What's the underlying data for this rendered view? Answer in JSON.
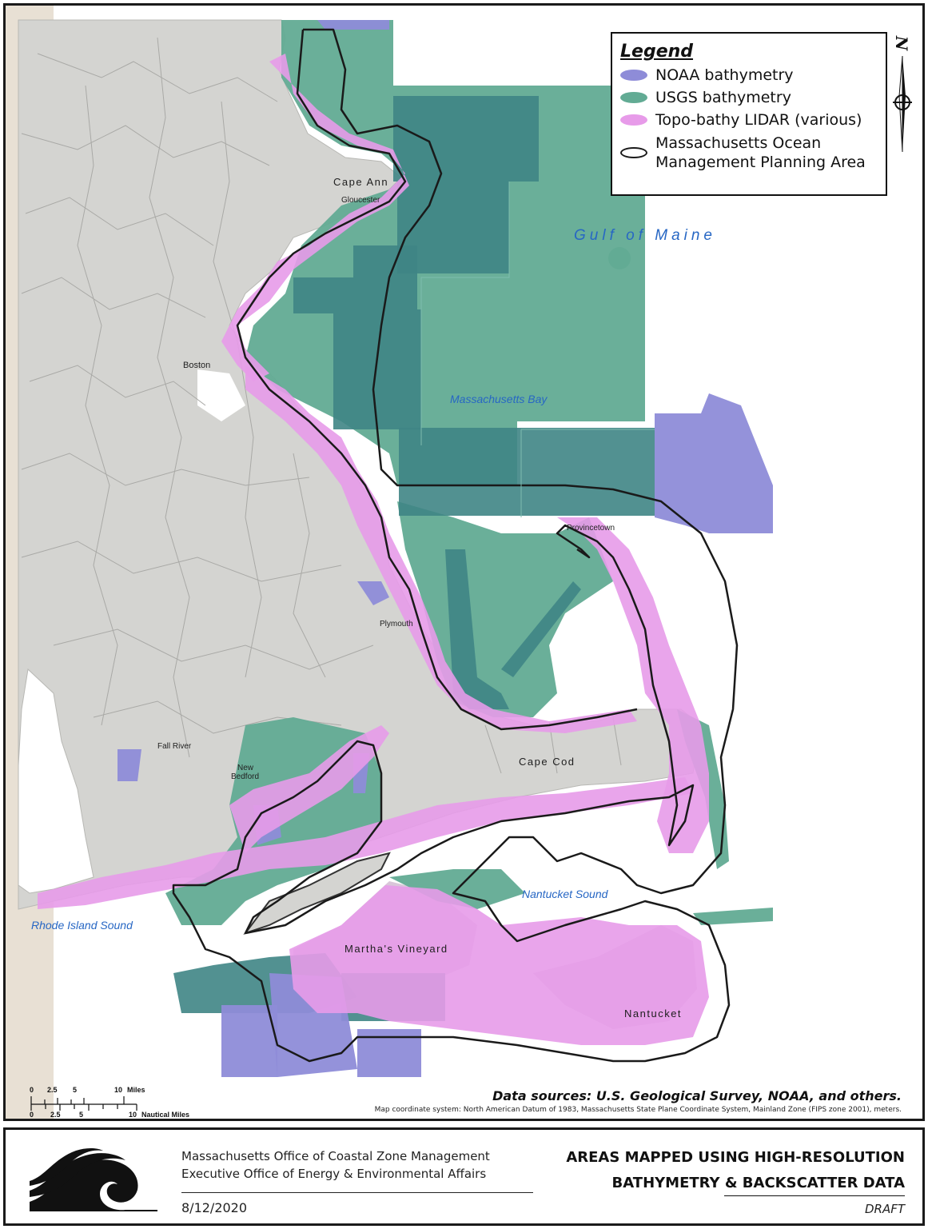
{
  "legend": {
    "title": "Legend",
    "items": [
      {
        "label": "NOAA bathymetry",
        "color": "#8e8cd8"
      },
      {
        "label": "USGS bathymetry",
        "color": "#62ab94"
      },
      {
        "label": "Topo-bathy LIDAR (various)",
        "color": "#e79be9"
      }
    ],
    "planning_area": {
      "line1": "Massachusetts Ocean",
      "line2": "Management Planning Area",
      "stroke_color": "#1a1a1a"
    }
  },
  "north_arrow": {
    "letter": "N"
  },
  "places": {
    "cape_ann": "Cape Ann",
    "gloucester": "Gloucester",
    "boston": "Boston",
    "provincetown": "Provincetown",
    "plymouth": "Plymouth",
    "fall_river": "Fall River",
    "new_bedford_1": "New",
    "new_bedford_2": "Bedford",
    "cape_cod": "Cape Cod",
    "marthas_vineyard": "Martha's Vineyard",
    "nantucket": "Nantucket"
  },
  "waters": {
    "gulf_of_maine": "Gulf of Maine",
    "massachusetts_bay": "Massachusetts Bay",
    "nantucket_sound": "Nantucket Sound",
    "rhode_island_sound": "Rhode Island Sound"
  },
  "scalebar": {
    "miles_ticks": [
      "0",
      "2.5",
      "5",
      "10"
    ],
    "miles_unit": "Miles",
    "nautical_ticks": [
      "0",
      "2.5",
      "5",
      "10"
    ],
    "nautical_unit": "Nautical Miles"
  },
  "data_sources": "Data sources: U.S. Geological Survey, NOAA, and others.",
  "coordinate_system": "Map coordinate system: North American Datum of 1983, Massachusetts State Plane Coordinate System, Mainland Zone (FIPS zone 2001), meters.",
  "footer": {
    "org_line1": "Massachusetts Office of Coastal Zone Management",
    "org_line2": "Executive Office of Energy & Environmental Affairs",
    "date": "8/12/2020",
    "title_line1": "AREAS MAPPED USING HIGH-RESOLUTION",
    "title_line2": "BATHYMETRY & BACKSCATTER DATA",
    "status": "DRAFT"
  },
  "colors": {
    "land": "#d4d4d1",
    "land_west": "#e8e0d4",
    "water": "#ffffff",
    "usgs_dark": "#3f8585",
    "town_boundary": "#a9a9a6"
  }
}
